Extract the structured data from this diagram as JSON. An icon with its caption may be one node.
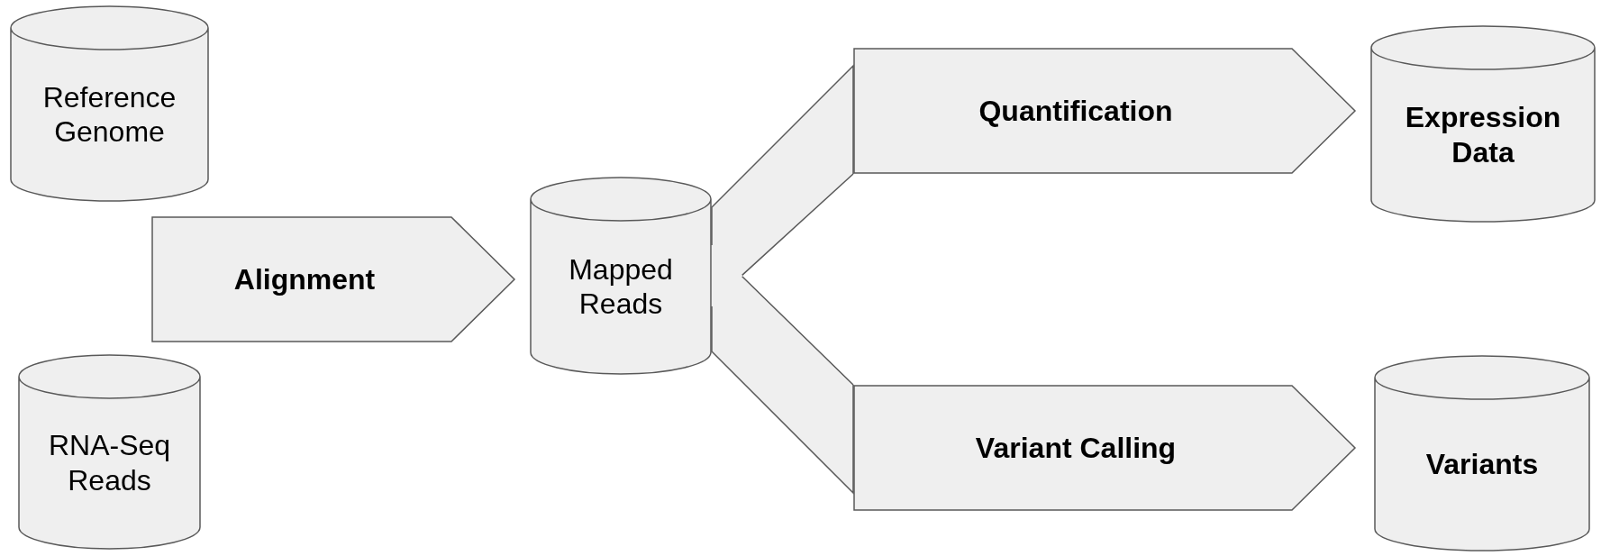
{
  "diagram": {
    "nodes": [
      {
        "text": [
          "Reference Genome"
        ]
      },
      {
        "text": [
          "RNA-Seq Reads"
        ]
      },
      {
        "text": [
          "Alignment"
        ]
      },
      {
        "text": [
          "Mapped Reads"
        ]
      },
      {
        "text": [
          "Quantification"
        ]
      },
      {
        "text": [
          "Variant Calling"
        ]
      },
      {
        "text": [
          "Expression Data"
        ]
      },
      {
        "text": [
          "Variants"
        ]
      }
    ],
    "edges": [
      {
        "from": 3,
        "to": 4,
        "arrow": "none"
      },
      {
        "from": 3,
        "to": 5,
        "arrow": "none"
      }
    ]
  }
}
